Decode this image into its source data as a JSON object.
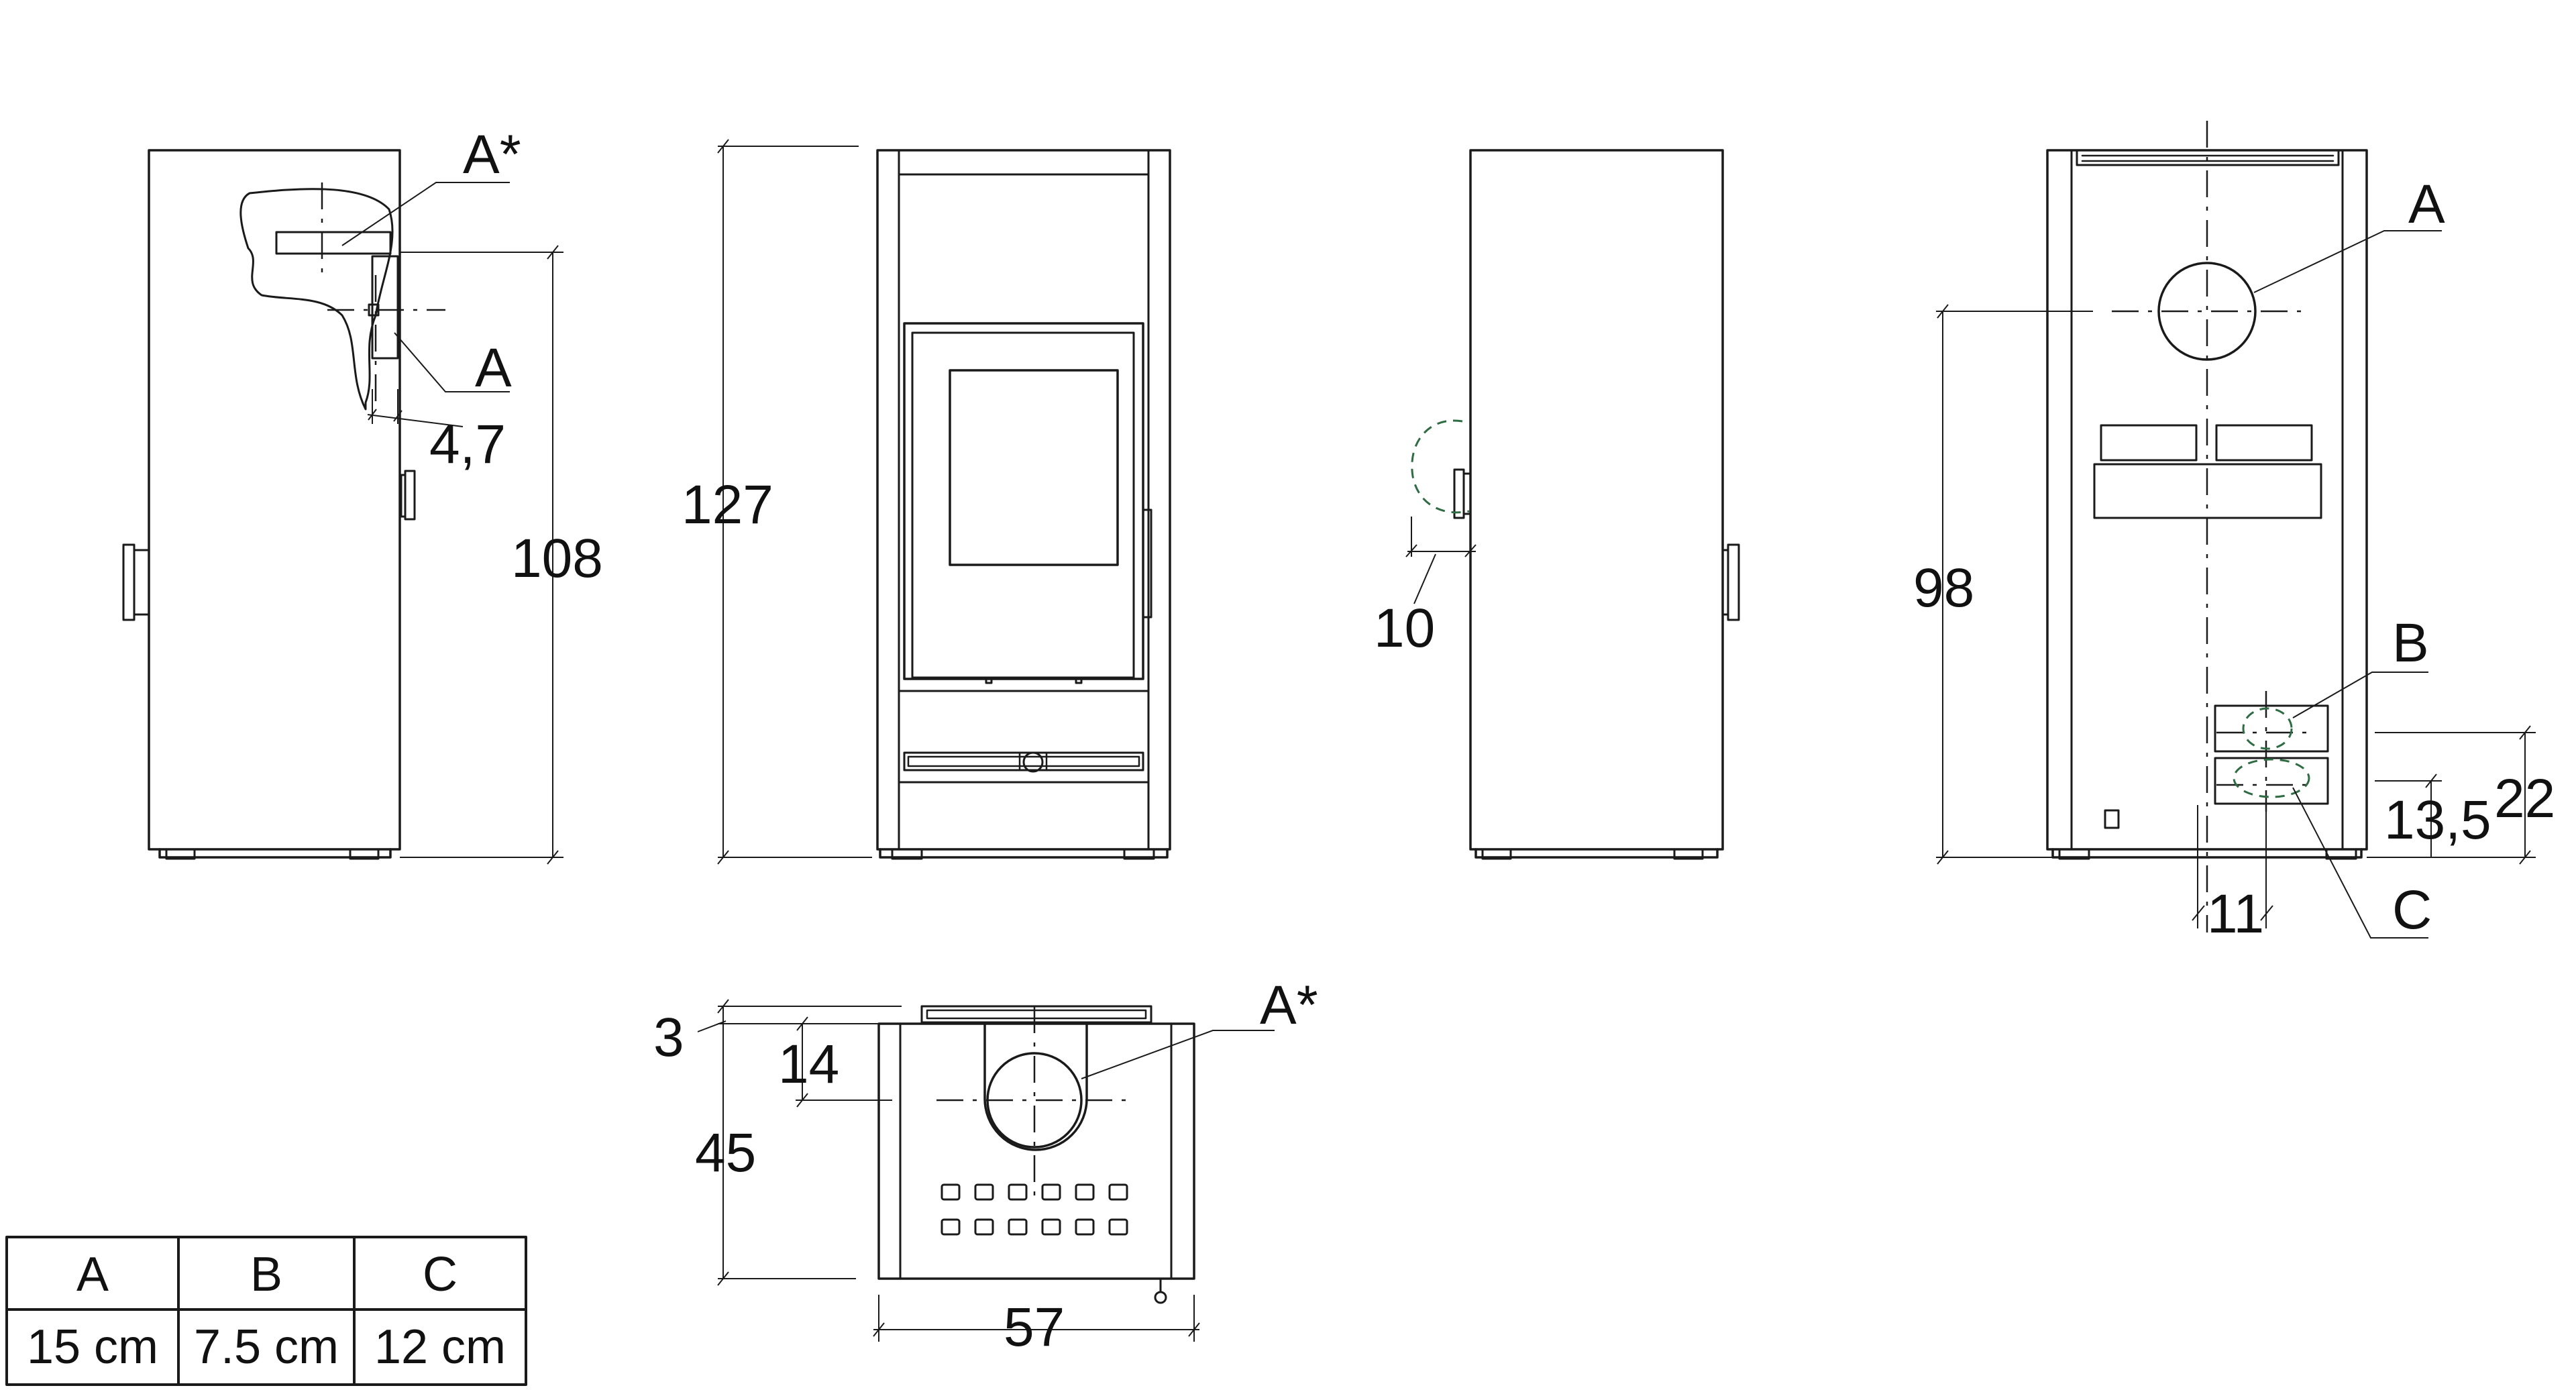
{
  "labels": {
    "side_a_star": "A*",
    "side_a": "A",
    "rear_a": "A",
    "rear_b": "B",
    "rear_c": "C",
    "top_a_star": "A*"
  },
  "dimensions": {
    "d_4_7": "4,7",
    "d_108": "108",
    "d_127": "127",
    "d_10": "10",
    "d_98": "98",
    "d_13_5": "13,5",
    "d_22": "22",
    "d_11": "11",
    "d_3": "3",
    "d_14": "14",
    "d_45": "45",
    "d_57": "57"
  },
  "table": {
    "headers": [
      "A",
      "B",
      "C"
    ],
    "values": [
      "15 cm",
      "7.5 cm",
      "12 cm"
    ]
  }
}
